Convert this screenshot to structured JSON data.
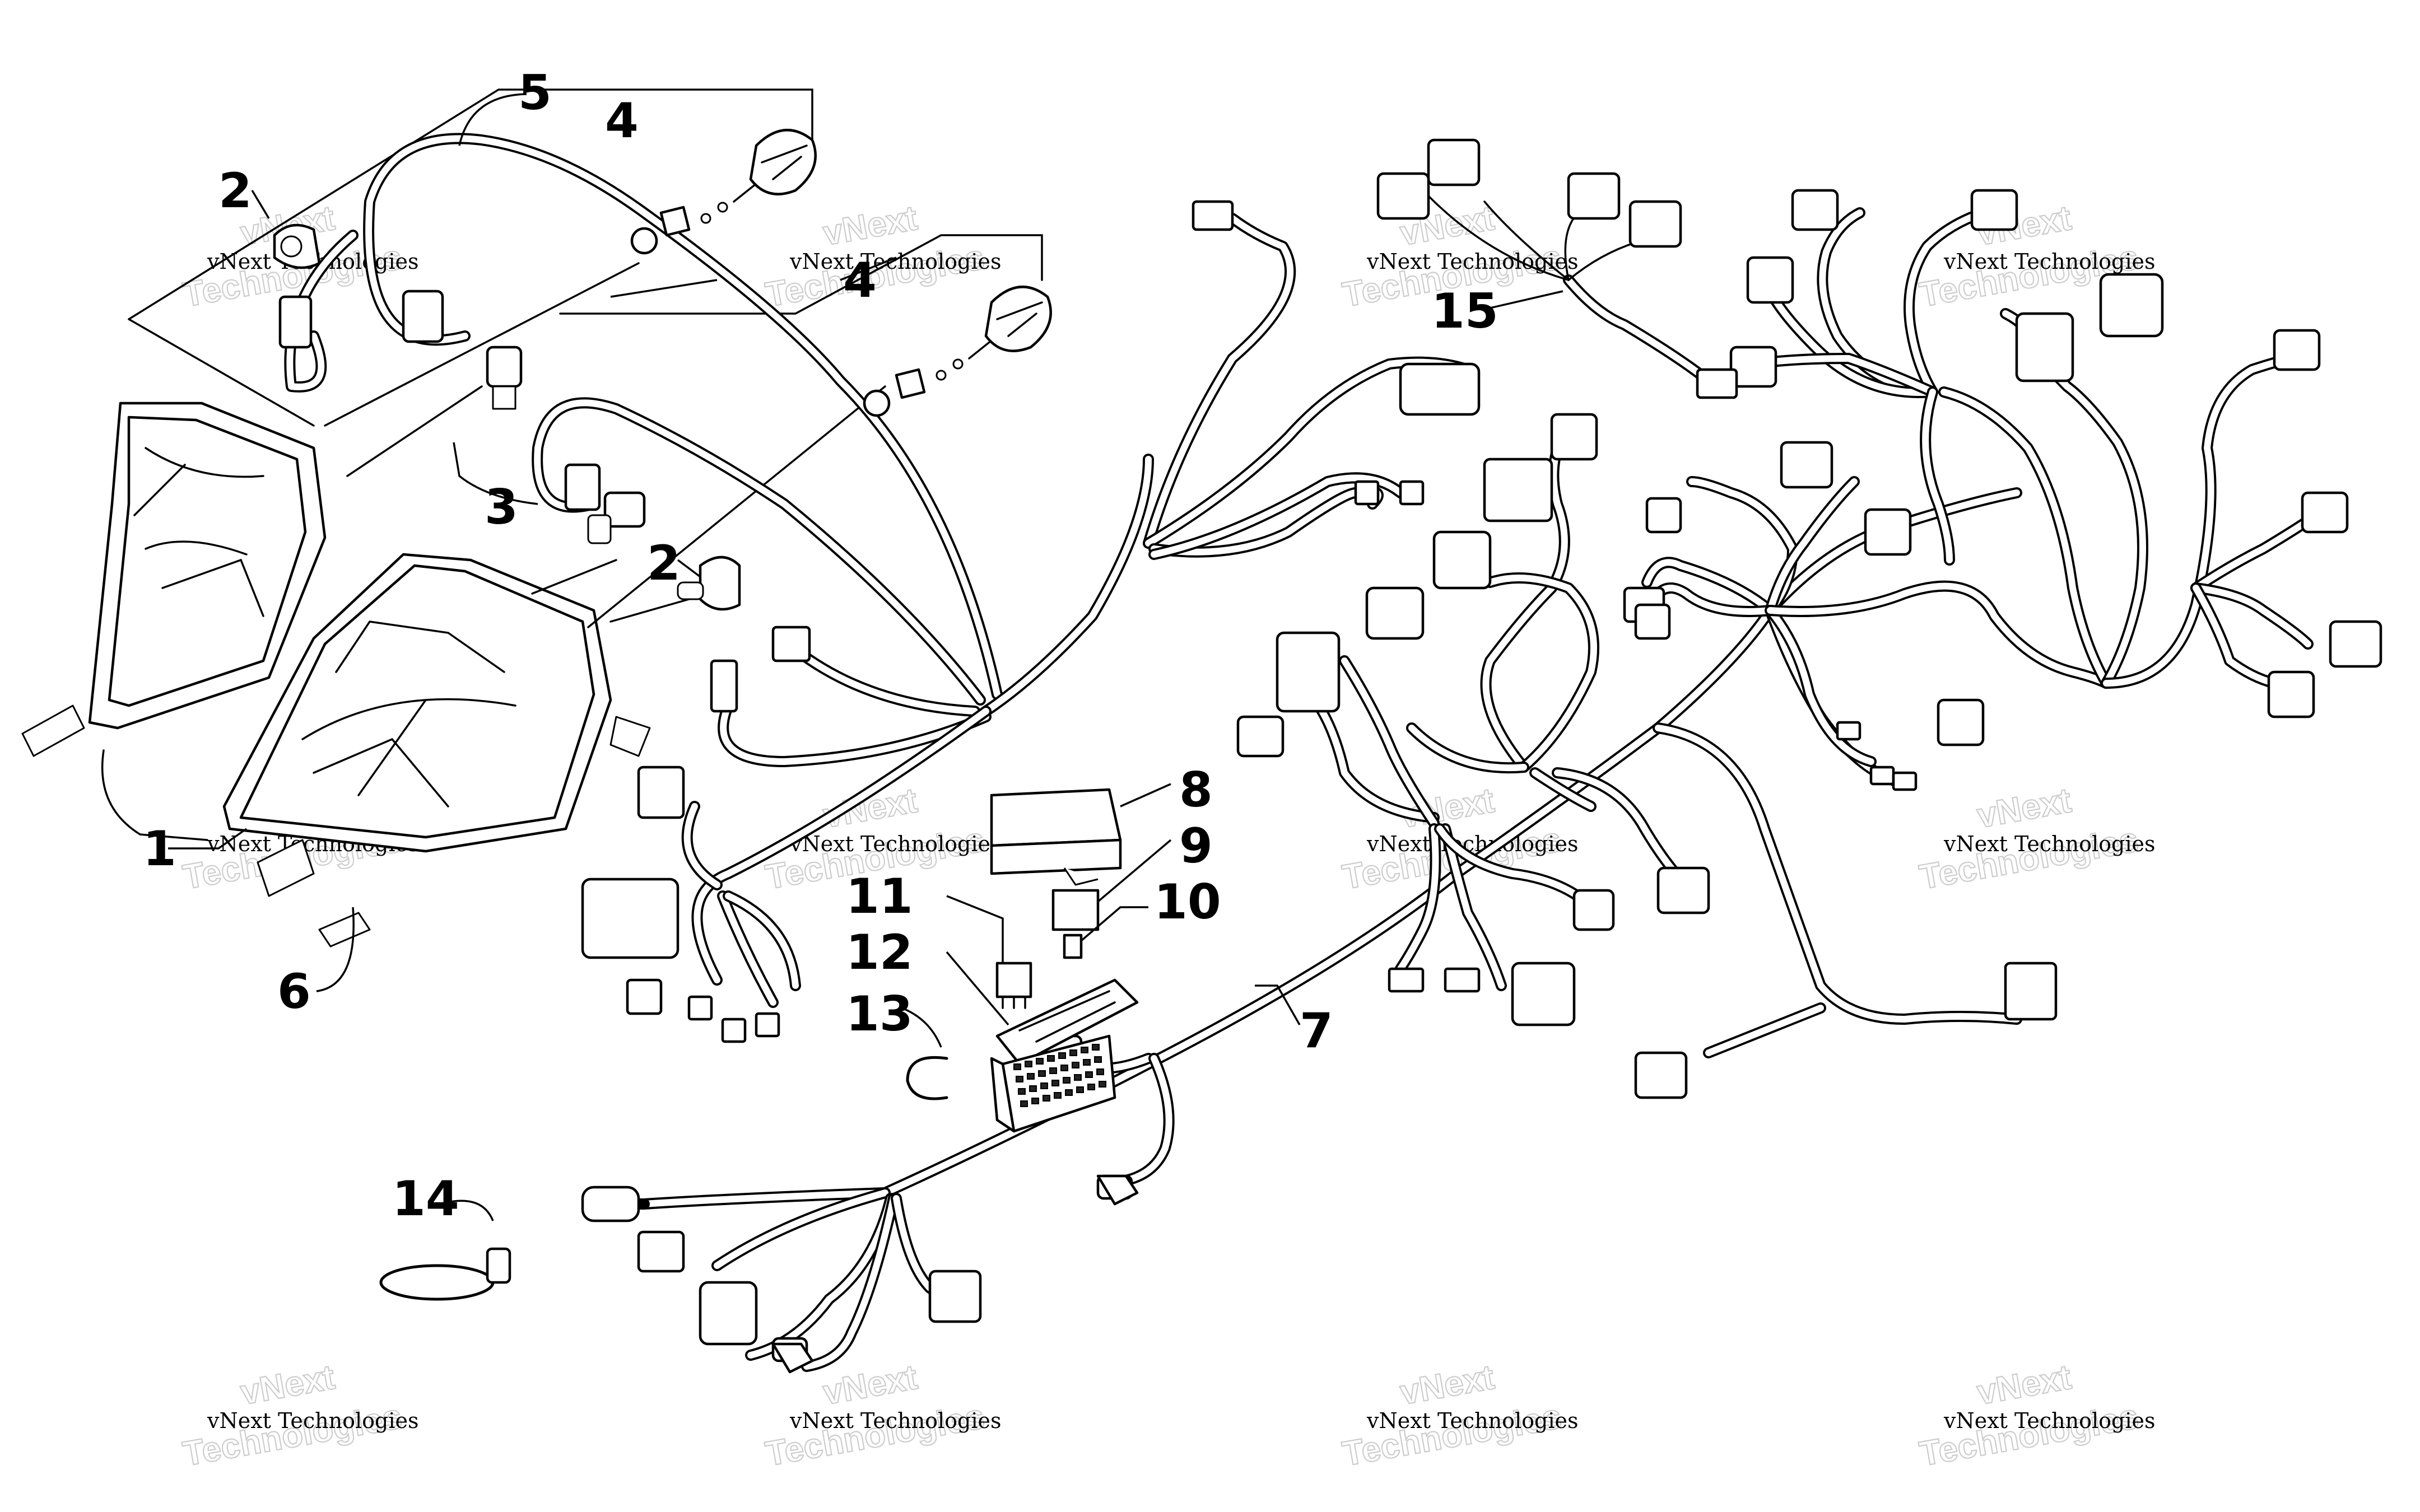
{
  "callouts": [
    {
      "id": "c1",
      "label": "1"
    },
    {
      "id": "c2a",
      "label": "2"
    },
    {
      "id": "c2b",
      "label": "2"
    },
    {
      "id": "c3",
      "label": "3"
    },
    {
      "id": "c4a",
      "label": "4"
    },
    {
      "id": "c4b",
      "label": "4"
    },
    {
      "id": "c5",
      "label": "5"
    },
    {
      "id": "c6",
      "label": "6"
    },
    {
      "id": "c7",
      "label": "7"
    },
    {
      "id": "c8",
      "label": "8"
    },
    {
      "id": "c9",
      "label": "9"
    },
    {
      "id": "c10",
      "label": "10"
    },
    {
      "id": "c11",
      "label": "11"
    },
    {
      "id": "c12",
      "label": "12"
    },
    {
      "id": "c13",
      "label": "13"
    },
    {
      "id": "c14",
      "label": "14"
    },
    {
      "id": "c15",
      "label": "15"
    }
  ],
  "watermark": {
    "line1": "vNext Technologies",
    "line2": "vNext",
    "line3": "Technologies"
  },
  "colors": {
    "ink": "#000000",
    "background": "#ffffff",
    "watermark": "#c8c8c8"
  }
}
